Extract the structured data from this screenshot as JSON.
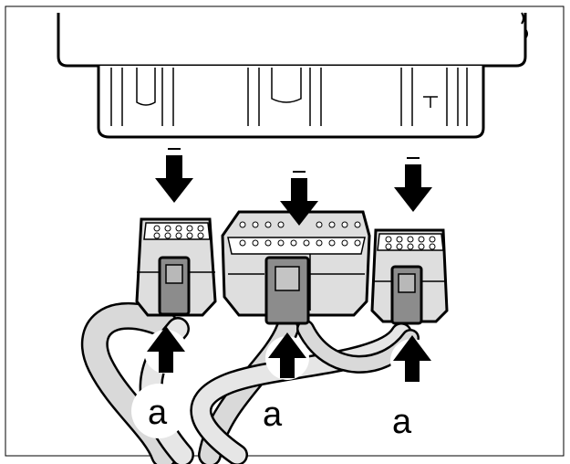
{
  "figure": {
    "type": "technical illustration",
    "colors": {
      "outline": "#000000",
      "connector_fill": "#dedede",
      "latch_fill": "#8c8c8c",
      "harness_fill": "#d9d9d9",
      "background": "#ffffff"
    },
    "arrows": {
      "direction_down": "push-in",
      "direction_up": "lock-push"
    },
    "callouts": [
      {
        "label": "a"
      },
      {
        "label": "a"
      },
      {
        "label": "a"
      }
    ]
  }
}
